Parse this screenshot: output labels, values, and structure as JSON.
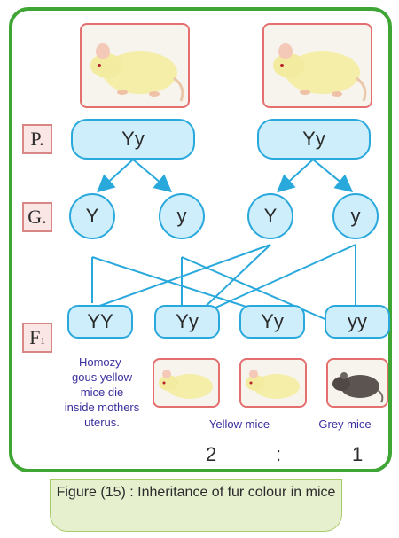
{
  "labels": {
    "parents": "P.",
    "gametes": "G.",
    "f1_main": "F",
    "f1_sub": "1"
  },
  "parents": {
    "left": "Yy",
    "right": "Yy"
  },
  "gametes": [
    "Y",
    "y",
    "Y",
    "y"
  ],
  "offspring": [
    "YY",
    "Yy",
    "Yy",
    "yy"
  ],
  "notes": {
    "homozygous": "Homozy-\ngous yellow\nmice die\ninside mothers\nuterus.",
    "yellow": "Yellow mice",
    "grey": "Grey mice"
  },
  "ratio": {
    "left": "2",
    "sep": ":",
    "right": "1"
  },
  "caption": "Figure (15) : Inheritance of fur colour in mice",
  "colors": {
    "frame": "#3fa535",
    "line": "#29a8dc",
    "node_fill": "#cfeefb",
    "label_border": "#d98686",
    "note_text": "#3a2f9e"
  },
  "icons": [
    "yellow-mouse-icon",
    "yellow-mouse-icon",
    "yellow-mouse-icon",
    "yellow-mouse-icon",
    "grey-mouse-icon"
  ]
}
